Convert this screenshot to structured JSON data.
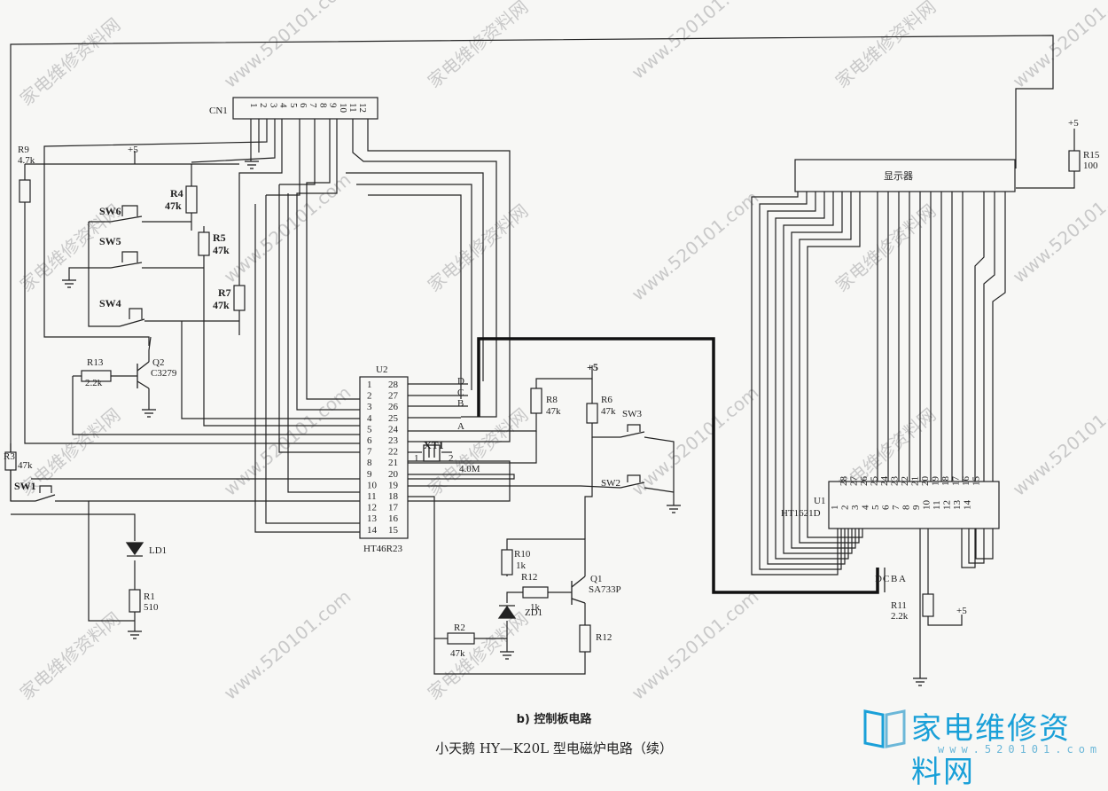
{
  "diagram": {
    "caption_sub": "b) 控制板电路",
    "caption_main": "小天鹅 HY—K20L 型电磁炉电路（续）",
    "watermark_text": "家电维修资料网",
    "watermark_url": "www.520101.com",
    "logo": {
      "text": "家电维修资料网",
      "url": "www.520101.com",
      "color": "#1aa0d8"
    },
    "connector": {
      "label": "CN1",
      "pins": [
        "1",
        "2",
        "3",
        "4",
        "5",
        "6",
        "7",
        "8",
        "9",
        "10",
        "11",
        "12"
      ]
    },
    "display": {
      "label": "显示器"
    },
    "u2": {
      "ref": "U2",
      "part": "HT46R23",
      "left_pins": [
        "1",
        "2",
        "3",
        "4",
        "5",
        "6",
        "7",
        "8",
        "9",
        "10",
        "11",
        "12",
        "13",
        "14"
      ],
      "right_pins": [
        "28",
        "27",
        "26",
        "25",
        "24",
        "23",
        "22",
        "21",
        "20",
        "19",
        "18",
        "17",
        "16",
        "15"
      ]
    },
    "u1": {
      "ref": "U1",
      "part": "HT1621D",
      "top_pins": [
        "28",
        "27",
        "26",
        "25",
        "24",
        "23",
        "22",
        "21",
        "20",
        "19",
        "18",
        "17",
        "16",
        "15"
      ],
      "bottom_pins": [
        "1",
        "2",
        "3",
        "4",
        "5",
        "6",
        "7",
        "8",
        "9",
        "10",
        "11",
        "12",
        "13",
        "14"
      ]
    },
    "bus_labels": [
      "D",
      "C",
      "B",
      "A"
    ],
    "power": [
      "+5",
      "+5",
      "+5",
      "+5"
    ],
    "parts": {
      "R9": [
        "R9",
        "4.7k"
      ],
      "R4": [
        "R4",
        "47k"
      ],
      "R5": [
        "R5",
        "47k"
      ],
      "R7": [
        "R7",
        "47k"
      ],
      "R13": [
        "R13",
        "2.2k"
      ],
      "R3": [
        "R3",
        "47k"
      ],
      "R1": [
        "R1",
        "510"
      ],
      "R8": [
        "R8",
        "47k"
      ],
      "R6": [
        "R6",
        "47k"
      ],
      "R10": [
        "R10",
        "1k"
      ],
      "R12a": [
        "R12",
        "1k"
      ],
      "R12b": [
        "R12",
        ""
      ],
      "R2": [
        "R2",
        "47k"
      ],
      "R11": [
        "R11",
        "2.2k"
      ],
      "R15": [
        "R15",
        "100"
      ],
      "Q1": [
        "Q1",
        "SA733P"
      ],
      "Q2": [
        "Q2",
        "C3279"
      ],
      "XT1": [
        "XT1",
        "4.0M"
      ],
      "LD1": [
        "LD1"
      ],
      "ZD1": [
        "ZD1"
      ],
      "SW1": "SW1",
      "SW2": "SW2",
      "SW3": "SW3",
      "SW4": "SW4",
      "SW5": "SW5",
      "SW6": "SW6"
    },
    "xt1_pins": [
      "1",
      "2"
    ]
  }
}
